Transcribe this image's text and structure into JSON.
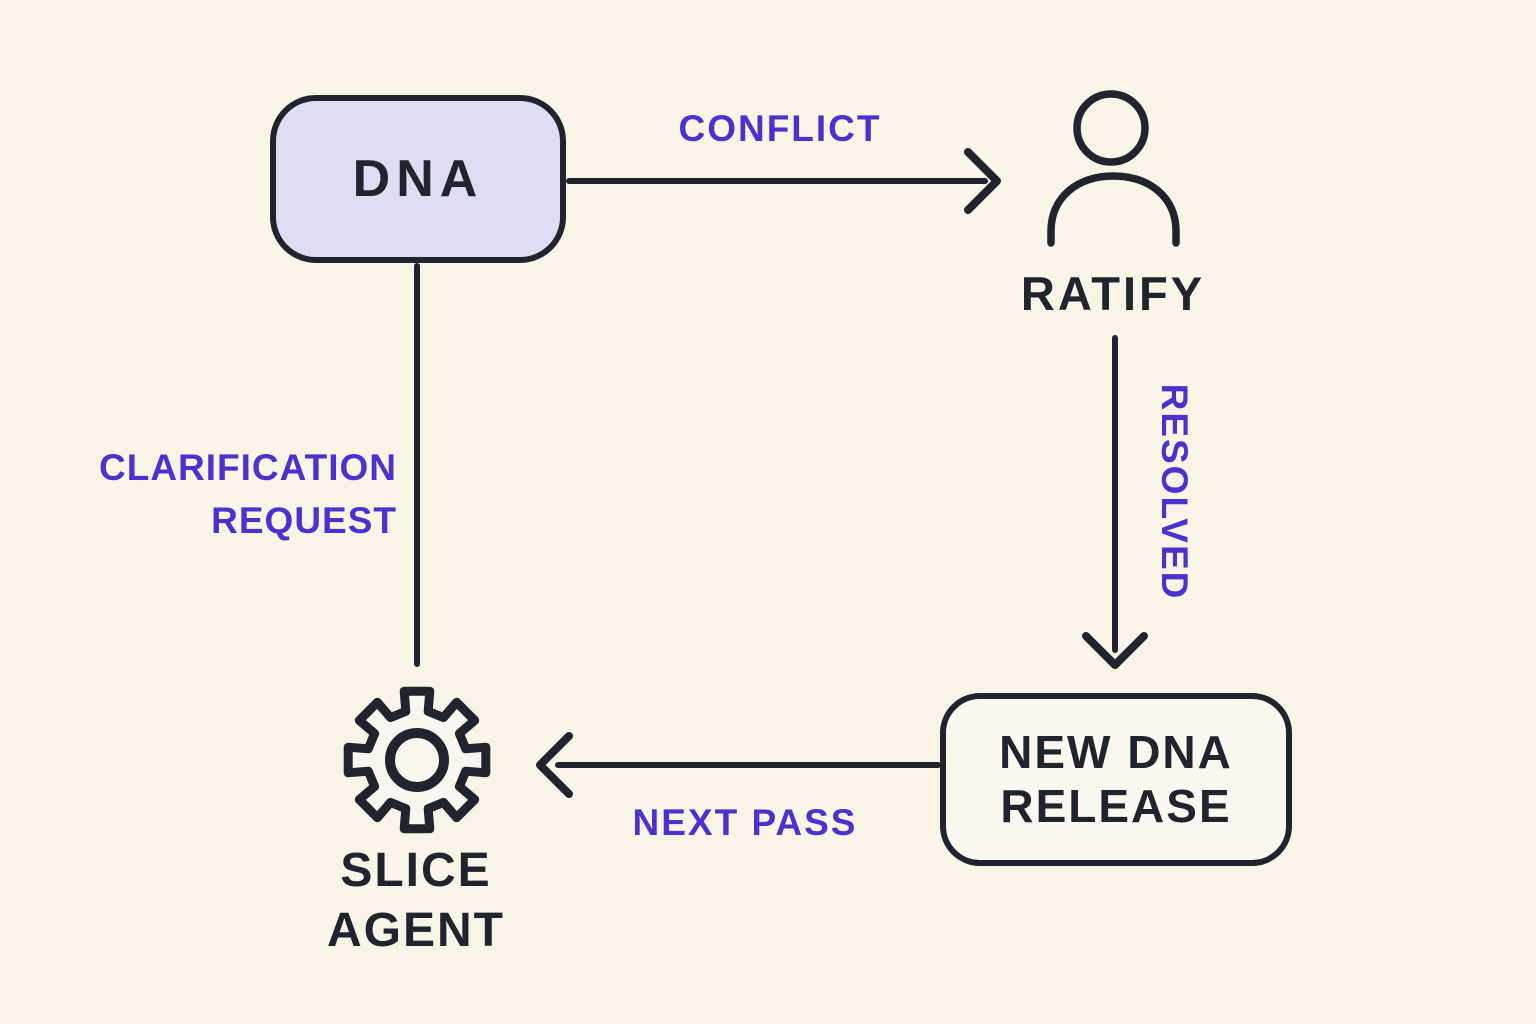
{
  "diagram": {
    "colors": {
      "background": "#faf4e7",
      "ink": "#20242e",
      "accent": "#4c31cf",
      "dna_node_fill": "#dfddf3",
      "release_node_fill": "#fbf8f0"
    },
    "nodes": {
      "dna": {
        "label": "DNA",
        "shape": "rounded-box"
      },
      "ratify": {
        "label": "RATIFY",
        "icon": "person-icon"
      },
      "new_dna_release": {
        "line1": "NEW DNA",
        "line2": "RELEASE",
        "shape": "rounded-box"
      },
      "slice_agent": {
        "line1": "SLICE",
        "line2": "AGENT",
        "icon": "gear-icon"
      }
    },
    "edges": [
      {
        "id": "conflict",
        "label": "CONFLICT",
        "from": "dna",
        "to": "ratify",
        "direction": "right",
        "arrowhead": true
      },
      {
        "id": "resolved",
        "label": "RESOLVED",
        "from": "ratify",
        "to": "new_dna_release",
        "direction": "down",
        "arrowhead": true
      },
      {
        "id": "next-pass",
        "label": "NEXT PASS",
        "from": "new_dna_release",
        "to": "slice_agent",
        "direction": "left",
        "arrowhead": true
      },
      {
        "id": "clarification-request",
        "line1": "CLARIFICATION",
        "line2": "REQUEST",
        "from": "slice_agent",
        "to": "dna",
        "direction": "up",
        "arrowhead": false
      }
    ]
  }
}
